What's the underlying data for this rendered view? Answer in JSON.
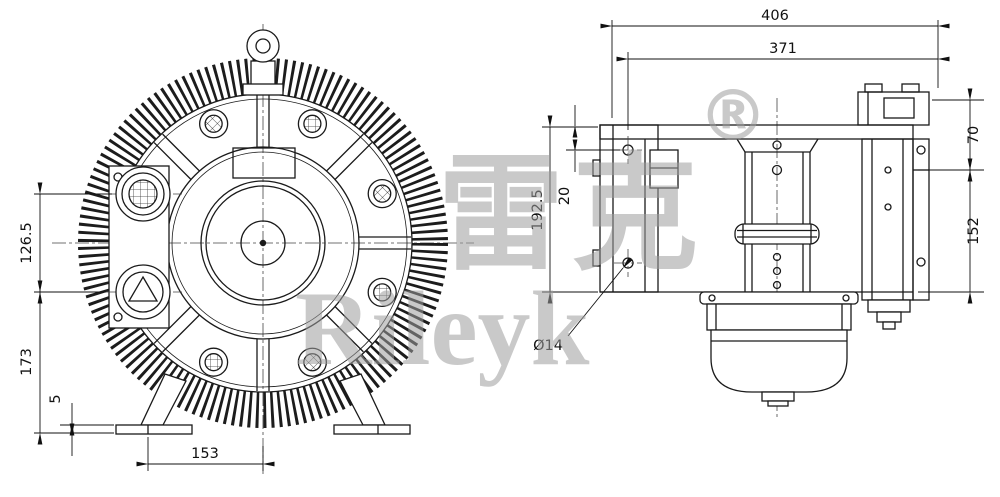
{
  "watermark": {
    "cjk": "雷克",
    "registered": "®",
    "latin": "Rileyk"
  },
  "front_view": {
    "dims": {
      "connector_spacing": "126.5",
      "height_to_base": "173",
      "base_thickness": "5",
      "foot_offset": "153"
    }
  },
  "side_view": {
    "dims": {
      "overall_width": "406",
      "mount_width": "371",
      "top_height": "70",
      "side_height": "152",
      "body_height": "192.5",
      "hole_offset": "20",
      "hole_diameter": "Ø14"
    }
  }
}
